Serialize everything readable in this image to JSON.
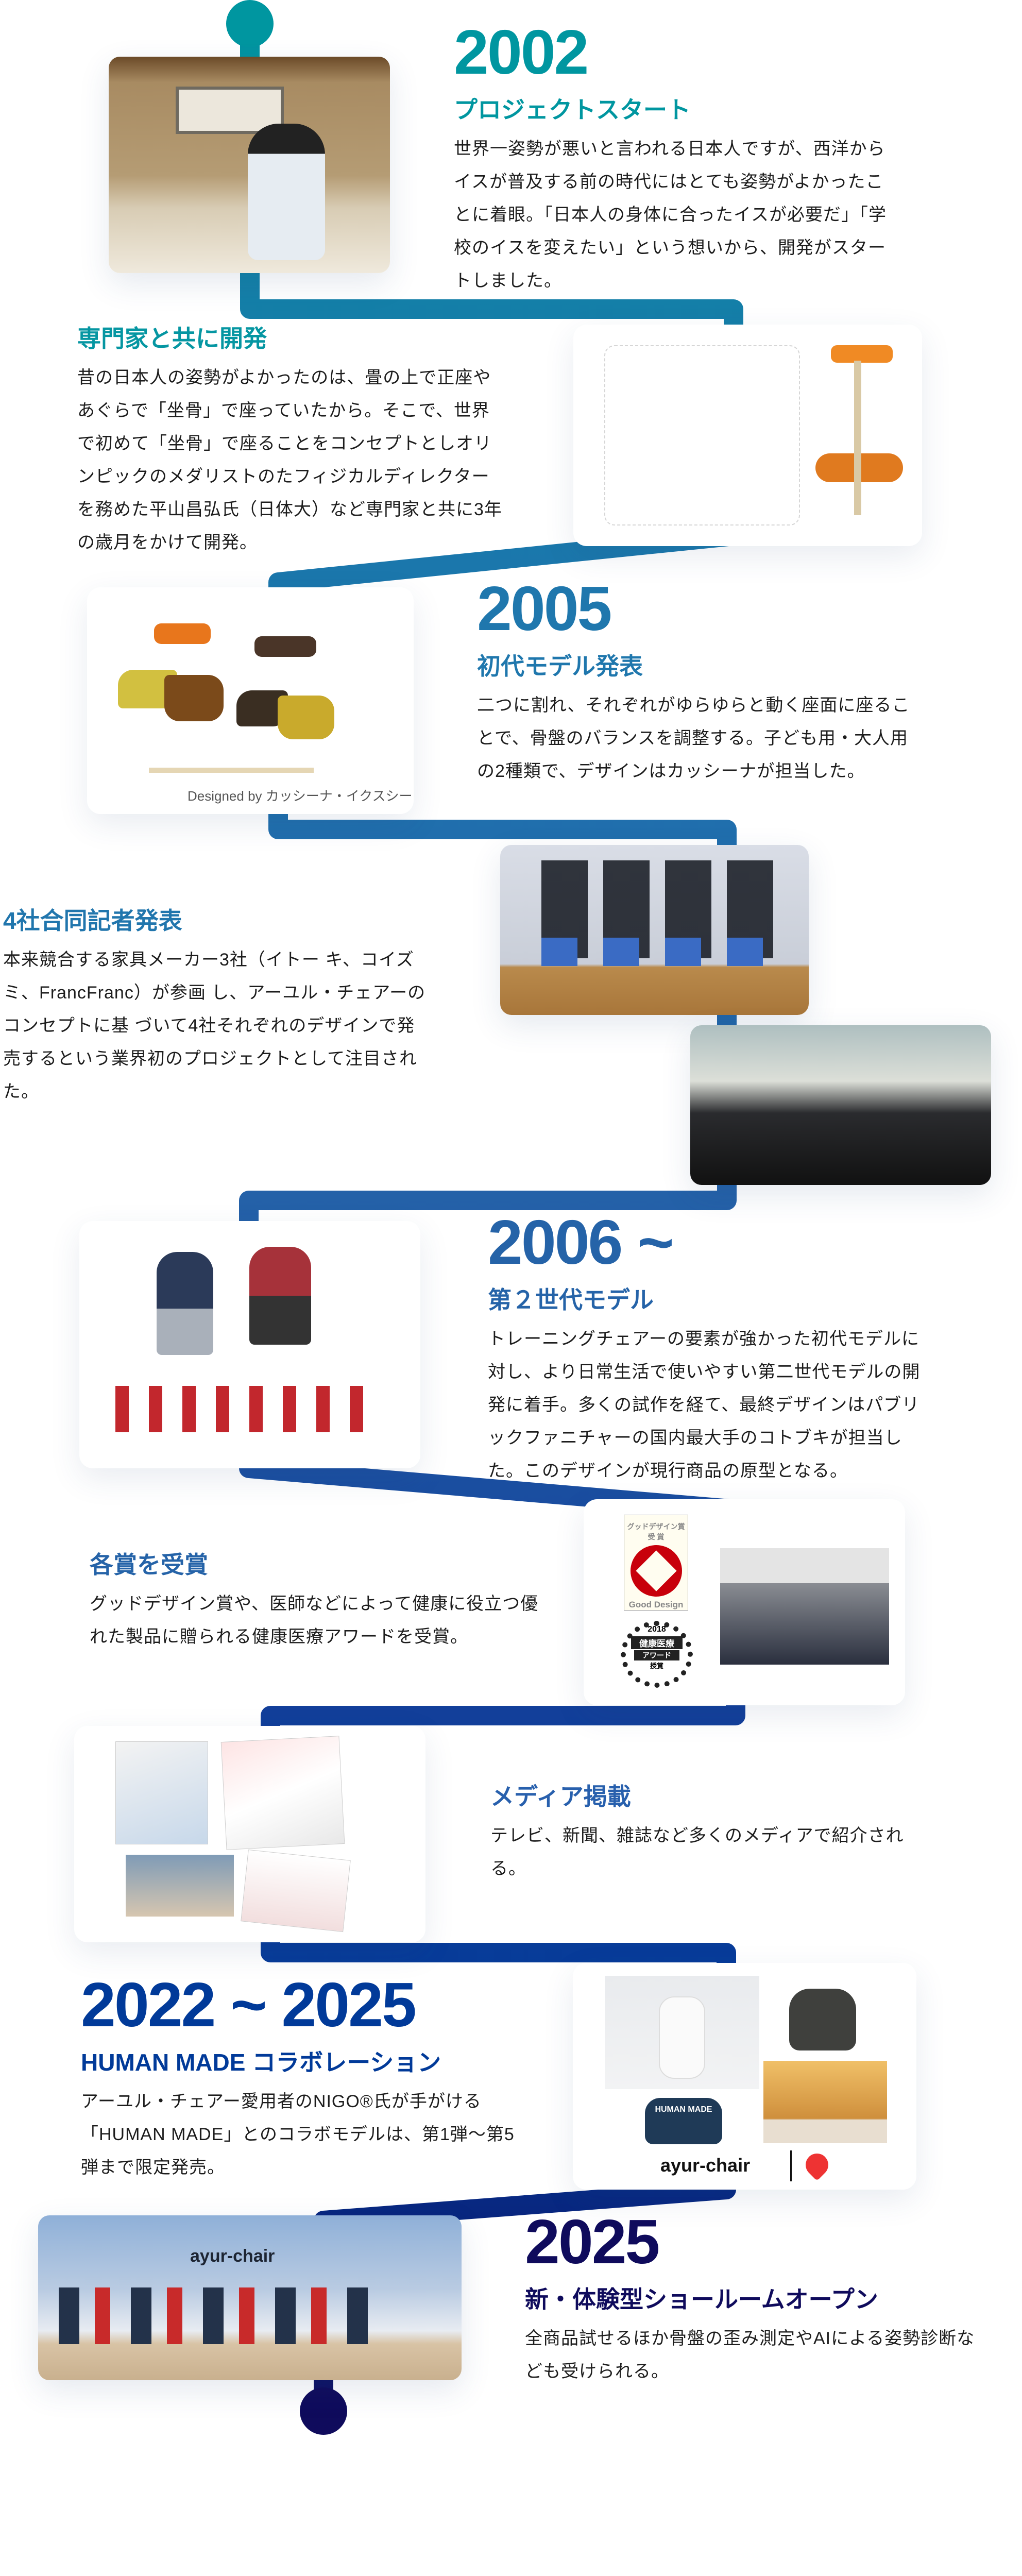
{
  "colors": {
    "teal": "#0096a0",
    "blue1": "#1f77ad",
    "blue2": "#2563a8",
    "blue3": "#013a99",
    "navy": "#0f0b5c"
  },
  "milestones": [
    {
      "year": "2002",
      "title": "プロジェクトスタート",
      "body": "世界一姿勢が悪いと言われる日本人ですが、西洋からイスが普及する前の時代にはとても姿勢がよかったことに着眼。「日本人の身体に合ったイスが必要だ」「学校のイスを変えたい」という想いから、開発がスタートしました。"
    },
    {
      "title": "専門家と共に開発",
      "body": "昔の日本人の姿勢がよかったのは、畳の上で正座やあぐらで「坐骨」で座っていたから。そこで、世界で初めて「坐骨」で座ることをコンセプトとしオリンピックのメダリストのたフィジカルディレクターを務めた平山昌弘氏（日体大）など専門家と共に3年の歳月をかけて開発。"
    },
    {
      "year": "2005",
      "title": "初代モデル発表",
      "body": " 二つに割れ、それぞれがゆらゆらと動く座面に座ることで、骨盤のバランスを調整する。子ども用・大人用の2種類で、デザインはカッシーナが担当した。",
      "image_caption": "Designed by カッシーナ・イクスシー"
    },
    {
      "title": "4社合同記者発表",
      "body": "本来競合する家具メーカー3社（イトー キ、コイズミ、FrancFranc）が参画 し、アーユル・チェアーのコンセプトに基 づいて4社それぞれのデザインで発売するという業界初のプロジェクトとして注目された。"
    },
    {
      "year": "2006 ~",
      "title": "第２世代モデル",
      "body": "トレーニングチェアーの要素が強かった初代モデルに対し、より日常生活で使いやすい第二世代モデルの開発に着手。多くの試作を経て、最終デザインはパブリックファニチャーの国内最大手のコトブキが担当した。このデザインが現行商品の原型となる。"
    },
    {
      "title": "各賞を受賞",
      "body": "グッドデザイン賞や、医師などによって健康に役立つ優れた製品に贈られる健康医療アワードを受賞。",
      "badges": {
        "gd_top": "グッドデザイン賞",
        "gd_mid": "受 賞",
        "gd_bottom": "Good Design",
        "award_year": "2018",
        "award_name": "健康医療",
        "award_sub": "アワード",
        "award_sub2": "授賞"
      }
    },
    {
      "title": "メディア掲載",
      "body": "テレビ、新聞、雑誌など多くのメディアで紹介される。"
    },
    {
      "year": "2022 ~ 2025",
      "title": "HUMAN MADE コラボレーション",
      "body": "アーユル・チェアー愛用者のNIGO®氏が手がける「HUMAN MADE」とのコラボモデルは、第1弾～第5弾まで限定発売。",
      "logos": {
        "brand": "ayur-chair",
        "collab": "HUMAN MADE"
      }
    },
    {
      "year": "2025",
      "title": "新・体験型ショールームオープン",
      "body": "全商品試せるほか骨盤の歪み測定やAIによる姿勢診断なども受けられる。",
      "sign": "ayur-chair"
    }
  ]
}
